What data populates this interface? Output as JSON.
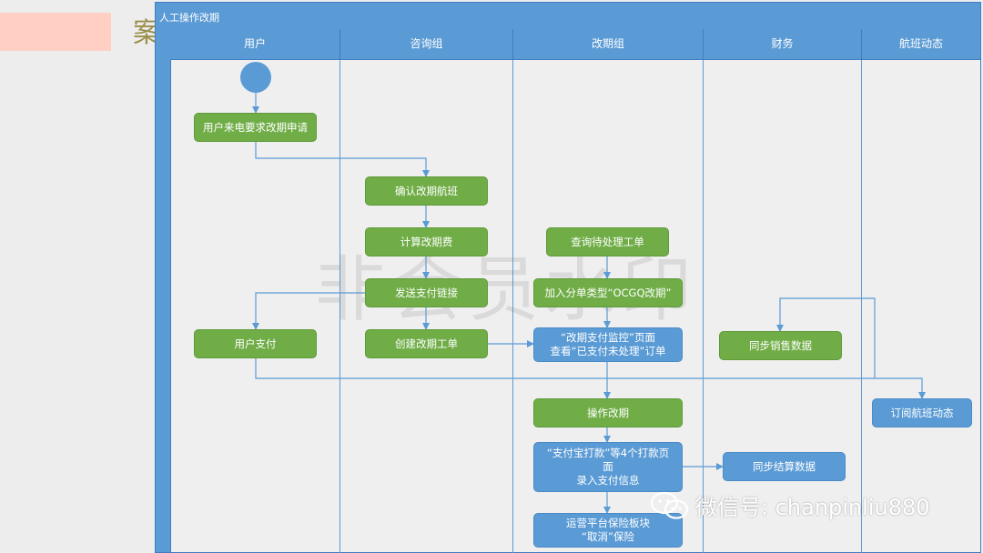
{
  "side_text": "案",
  "swimlane_title": "人工操作改期",
  "lanes": [
    "用户",
    "咨询组",
    "改期组",
    "财务",
    "航班动态"
  ],
  "watermark": "非会员水印",
  "nodes": {
    "user_request": "用户来电要求改期申请",
    "confirm_flight": "确认改期航班",
    "calc_fee": "计算改期费",
    "send_link": "发送支付链接",
    "create_ticket": "创建改期工单",
    "user_pay": "用户支付",
    "query_pending": "查询待处理工单",
    "add_type": "加入分单类型“OCGQ改期”",
    "monitor_line1": "“改期支付监控”页面",
    "monitor_line2": "查看“已支付未处理”订单",
    "operate_change": "操作改期",
    "alipay_line1": "“支付宝打款”等4个打款页",
    "alipay_line2": "面",
    "alipay_line3": "录入支付信息",
    "insurance_line1": "运营平台保险板块",
    "insurance_line2": "“取消”保险",
    "sync_sales": "同步销售数据",
    "sync_settlement": "同步结算数据",
    "subscribe_flight": "订阅航班动态"
  },
  "wechat_id": "微信号: chanpinliu880",
  "colors": {
    "lane_blue": "#5b9bd5",
    "node_green": "#70ad47",
    "node_blue": "#5b9bd5",
    "arrow": "#5b9bd5"
  }
}
